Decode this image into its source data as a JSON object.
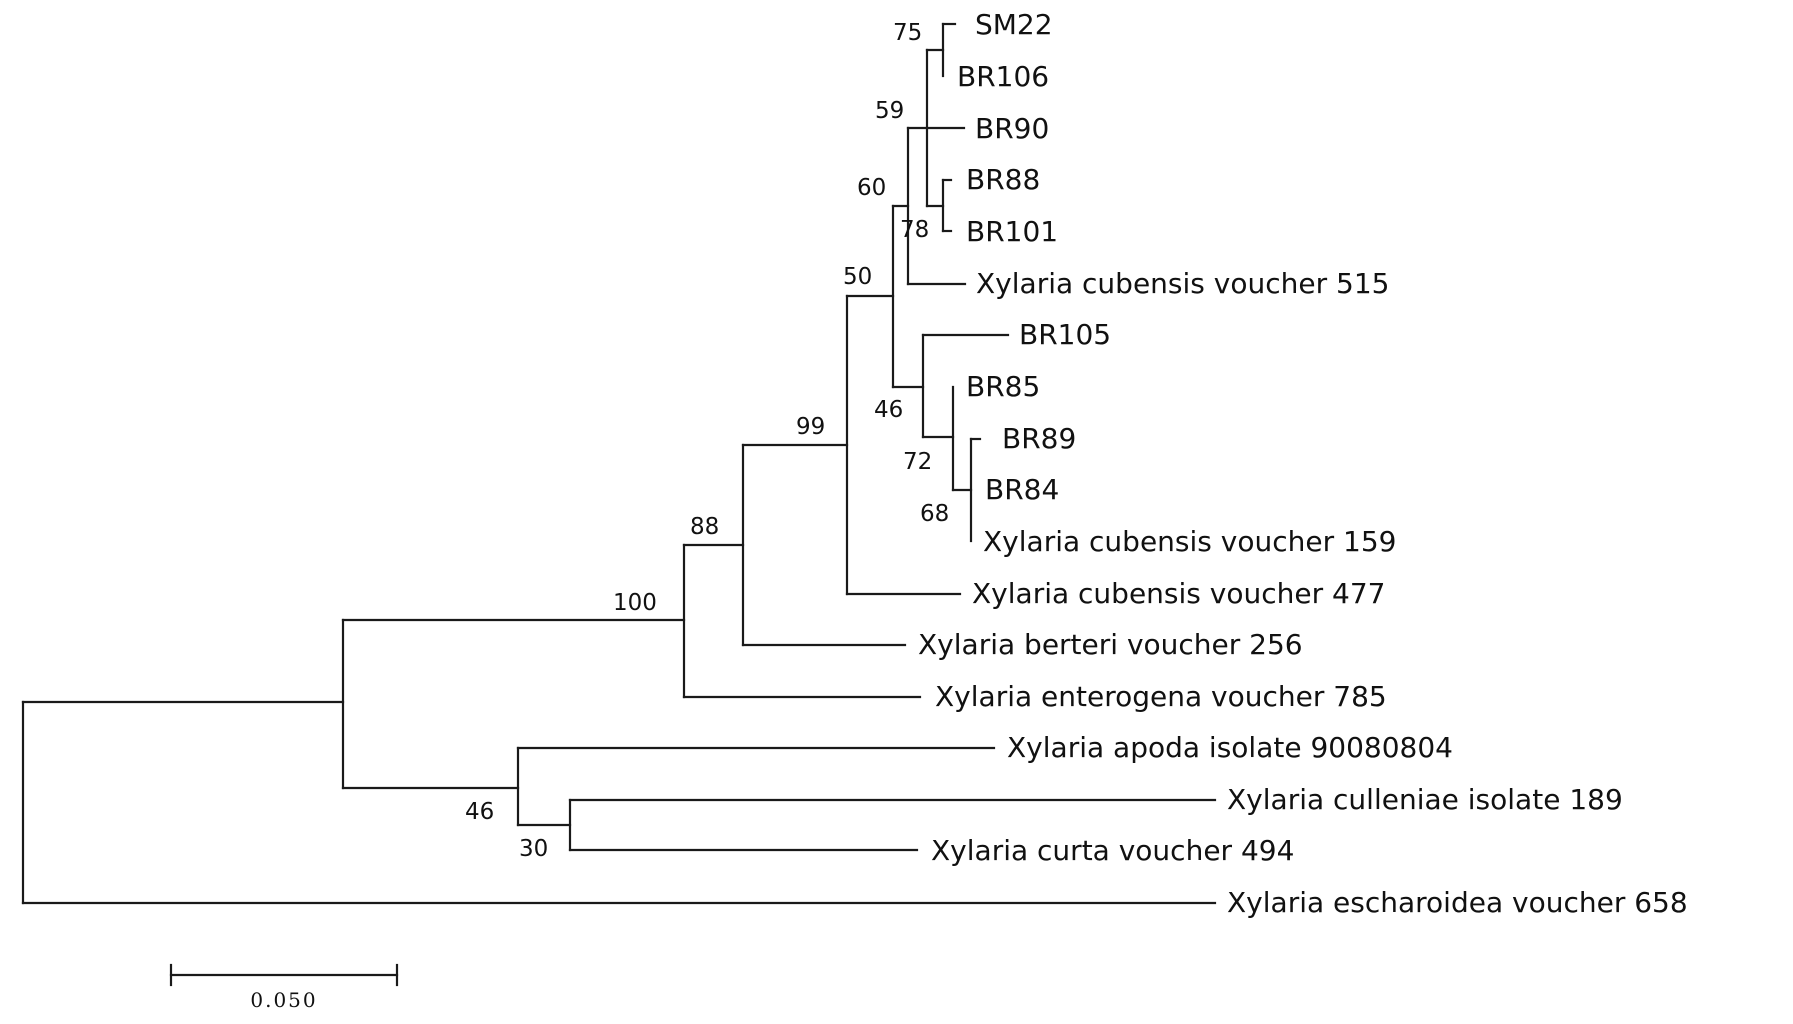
{
  "taxa": [
    "SM22",
    "BR106",
    "BR90",
    "BR88",
    "BR101",
    "Xylaria cubensis voucher 515",
    "BR105",
    "BR85",
    "BR89",
    "BR84",
    "Xylaria cubensis voucher 159",
    "Xylaria cubensis voucher 477",
    "Xylaria berteri voucher 256",
    "Xylaria enterogena voucher 785",
    "Xylaria apoda isolate 90080804",
    "Xylaria culleniae isolate 189",
    "Xylaria curta voucher 494",
    "Xylaria escharoidea voucher 658"
  ],
  "bootstrap": {
    "n_sm22_br106": "75",
    "n_br90_clade": "59",
    "n_br88_br101": "78",
    "n_cubensis515_clade": "60",
    "n_ingroup_top": "50",
    "n_br105_clade": "46",
    "n_br85_clade": "72",
    "n_br84_clade": "68",
    "n_cubensis_all": "99",
    "n_berteri": "88",
    "n_enterogena": "100",
    "n_apoda": "46",
    "n_culleniae_curta": "30"
  },
  "scale_bar": {
    "label": "0.050",
    "value": 0.05
  }
}
